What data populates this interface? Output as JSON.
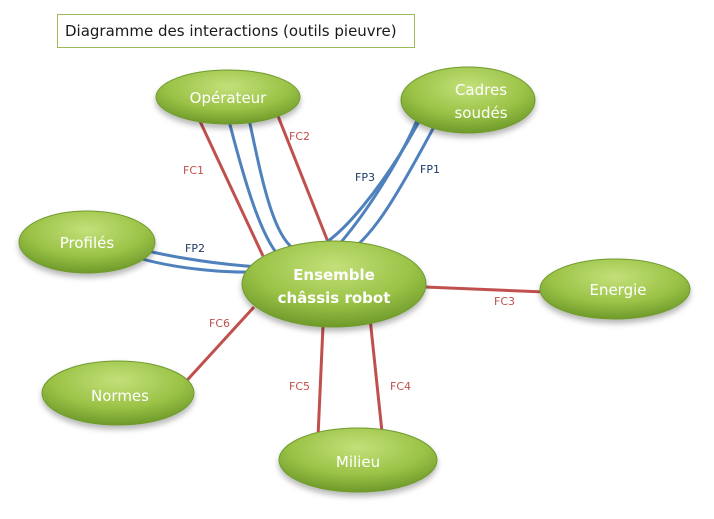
{
  "title": "Diagramme des interactions (outils pieuvre)",
  "colors": {
    "node_fill_light": "#c3e07a",
    "node_fill_mid": "#9bc347",
    "node_fill_dark": "#6e9a2a",
    "node_stroke": "#6f9b2e",
    "constraint_line": "#c0504d",
    "function_line": "#4f81bd",
    "constraint_label": "#c0504d",
    "function_label": "#1f3864"
  },
  "nodes": {
    "operateur": {
      "lines": [
        "Opérateur"
      ]
    },
    "cadres": {
      "lines": [
        "Cadres",
        "soudés"
      ]
    },
    "profiles": {
      "lines": [
        "Profilés"
      ]
    },
    "center": {
      "lines": [
        "Ensemble",
        "châssis robot"
      ]
    },
    "energie": {
      "lines": [
        "Energie"
      ]
    },
    "normes": {
      "lines": [
        "Normes"
      ]
    },
    "milieu": {
      "lines": [
        "Milieu"
      ]
    }
  },
  "edges": {
    "fc1": "FC1",
    "fc2": "FC2",
    "fc3": "FC3",
    "fc4": "FC4",
    "fc5": "FC5",
    "fc6": "FC6",
    "fp1": "FP1",
    "fp2": "FP2",
    "fp3": "FP3"
  }
}
